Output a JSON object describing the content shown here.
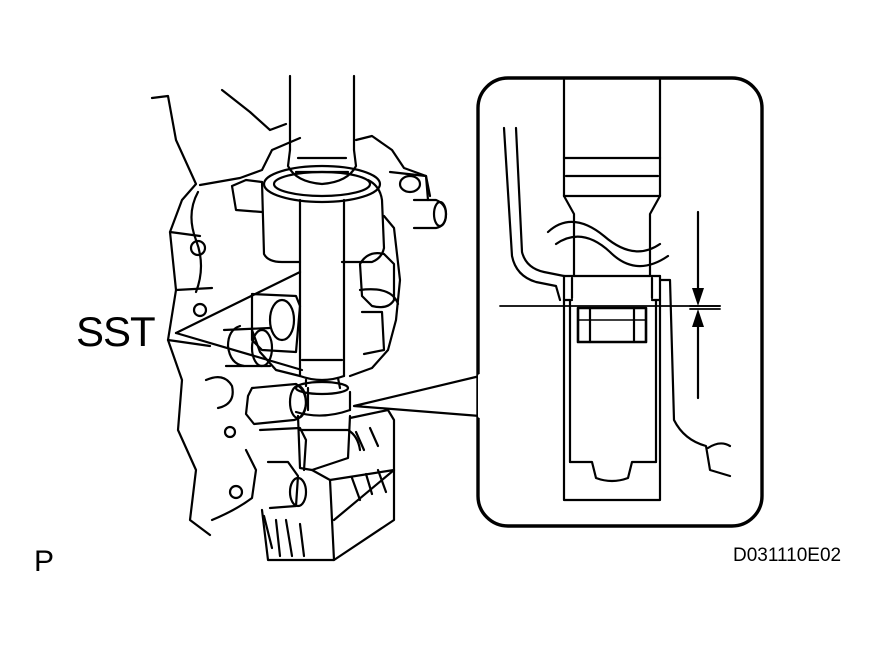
{
  "labels": {
    "tool": "SST",
    "view": "P",
    "figure_code": "D031110E02"
  }
}
